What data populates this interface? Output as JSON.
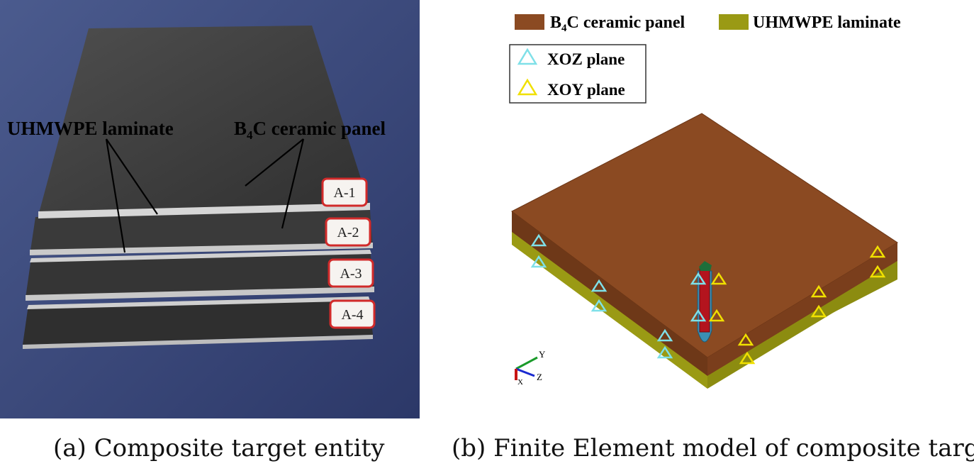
{
  "photo": {
    "label_uhmwpe": "UHMWPE laminate",
    "label_b4c_prefix": "B",
    "label_b4c_sub": "4",
    "label_b4c_suffix": "C ceramic panel",
    "tags": [
      "A-1",
      "A-2",
      "A-3",
      "A-4"
    ]
  },
  "model": {
    "legend_b4c_prefix": "B",
    "legend_b4c_sub": "4",
    "legend_b4c_suffix": "C ceramic panel",
    "legend_uhmwpe": "UHMWPE laminate",
    "legend_xoz": "XOZ plane",
    "legend_xoy": "XOY plane",
    "triad": {
      "y": "Y",
      "z": "Z",
      "x": "X"
    }
  },
  "colors": {
    "ceramic": "#8b4a22",
    "laminate": "#9a9a14",
    "xoz_marker": "#7fe0e8",
    "xoy_marker": "#f0e000"
  },
  "captions": {
    "a": "(a) Composite target entity",
    "b": "(b) Finite Element model of composite target"
  }
}
